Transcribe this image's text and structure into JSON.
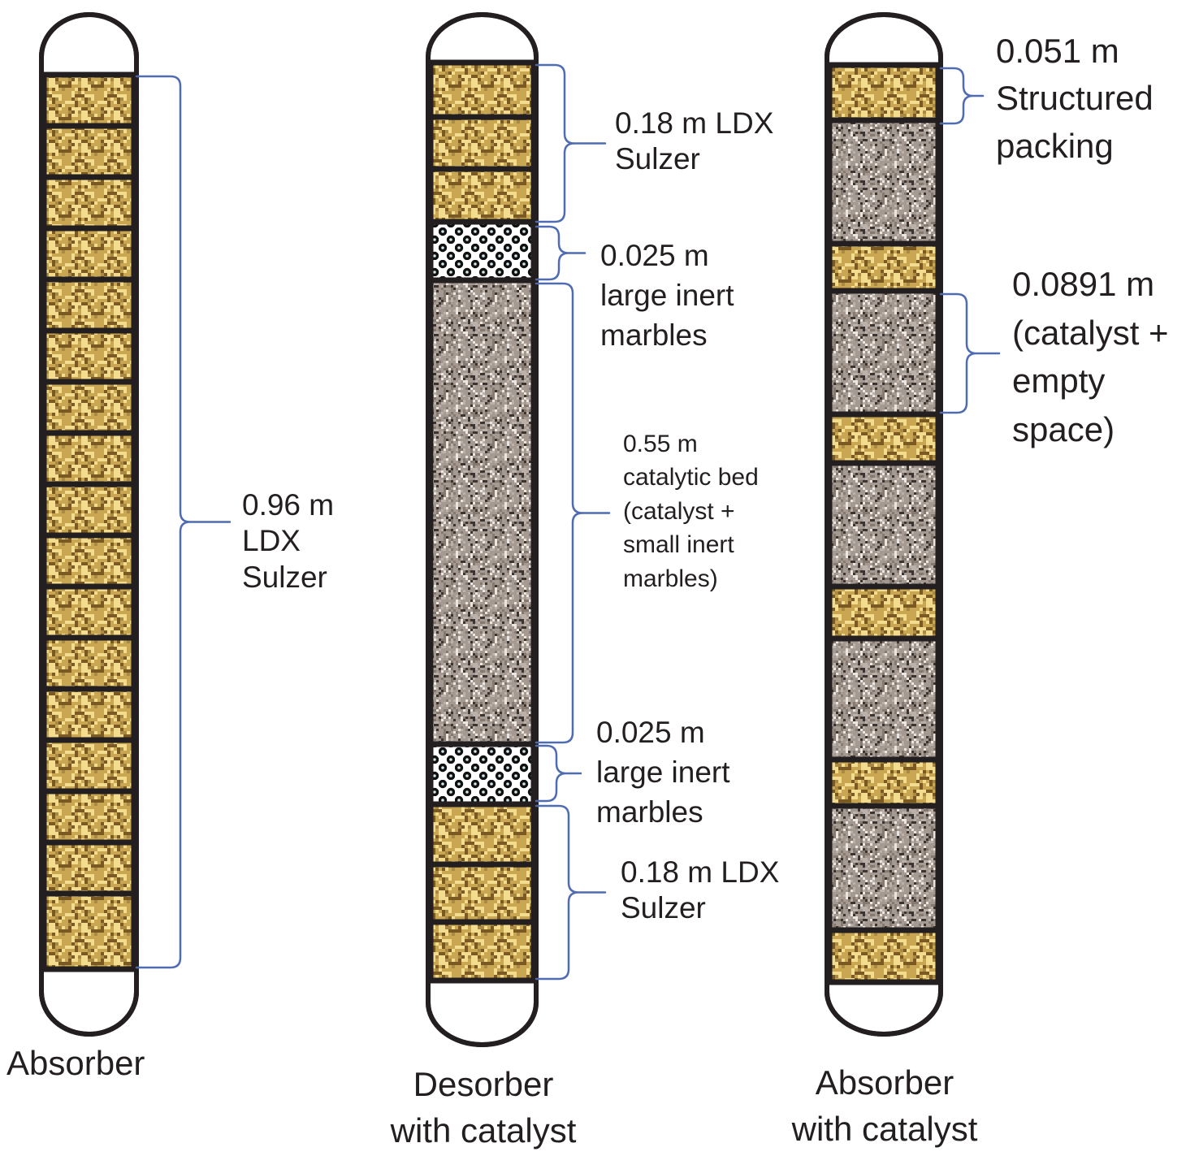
{
  "colors": {
    "outline": "#231f20",
    "bracket": "#4f6bb2",
    "packing_base": "#c9a652",
    "packing_dark": "#7a5a22",
    "packing_light": "#f3dc8e",
    "catalyst_base": "#a59a91",
    "catalyst_dark": "#3b3430",
    "catalyst_light": "#ece6e0",
    "marble_dark": "#101010",
    "marble_light": "#ffffff"
  },
  "legend": {
    "structured_packing": "structured packing texture (tan grid)",
    "catalyst": "catalyst texture (grey speckle)",
    "marbles": "large inert marbles (black/white dots)"
  },
  "columns": [
    {
      "id": "absorber",
      "title_lines": [
        "Absorber"
      ],
      "sections": [
        "packing",
        "packing",
        "packing",
        "packing",
        "packing",
        "packing",
        "packing",
        "packing",
        "packing",
        "packing",
        "packing",
        "packing",
        "packing",
        "packing",
        "packing",
        "packing",
        "packing"
      ],
      "annotations": [
        {
          "lines": [
            "0.96 m",
            "LDX",
            "Sulzer"
          ]
        }
      ]
    },
    {
      "id": "desorber-with-catalyst",
      "title_lines": [
        "Desorber",
        "with catalyst"
      ],
      "sections": [
        "packing",
        "packing",
        "packing",
        "marbles",
        "catalyst",
        "marbles",
        "packing",
        "packing",
        "packing"
      ],
      "annotations": [
        {
          "lines": [
            "0.18 m LDX",
            "Sulzer"
          ]
        },
        {
          "lines": [
            "0.025 m",
            "large inert",
            "marbles"
          ]
        },
        {
          "lines": [
            "0.55 m",
            "catalytic bed",
            "(catalyst +",
            "small inert",
            "marbles)"
          ]
        },
        {
          "lines": [
            "0.025 m",
            "large inert",
            "marbles"
          ]
        },
        {
          "lines": [
            "0.18 m LDX",
            "Sulzer"
          ]
        }
      ]
    },
    {
      "id": "absorber-with-catalyst",
      "title_lines": [
        "Absorber",
        "with catalyst"
      ],
      "sections": [
        "packing",
        "catalyst",
        "packing",
        "catalyst",
        "packing",
        "catalyst",
        "packing",
        "catalyst",
        "packing",
        "catalyst",
        "packing"
      ],
      "annotations": [
        {
          "lines": [
            "0.051 m",
            "Structured",
            "packing"
          ]
        },
        {
          "lines": [
            "0.0891 m",
            "(catalyst +",
            "empty",
            "space)"
          ]
        }
      ]
    }
  ]
}
